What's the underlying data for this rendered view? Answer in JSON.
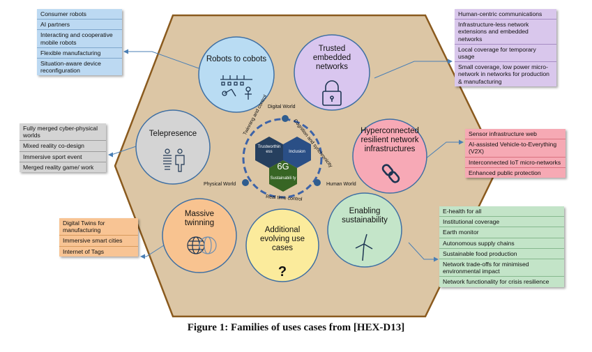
{
  "caption": "Figure 1: Families of uses cases from [HEX-D13]",
  "panels": {
    "robots": [
      "Consumer robots",
      "AI partners",
      "Interacting and cooperative mobile robots",
      "Flexible manufacturing",
      "Situation-aware device reconfiguration"
    ],
    "trusted": [
      "Human-centric communications",
      "Infrastructure-less network extensions and embedded networks",
      "Local coverage for temporary usage",
      "Small coverage, low power micro-network in networks for production & manufacturing"
    ],
    "telepresence": [
      "Fully merged cyber-physical worlds",
      "Mixed reality co-design",
      "Immersive sport event",
      "Merged reality game/ work"
    ],
    "hyper": [
      "Sensor infrastructure web",
      "AI-assisted Vehicle-to-Everything (V2X)",
      "Interconnected IoT micro-networks",
      "Enhanced public protection"
    ],
    "twinning": [
      "Digital Twins for manufacturing",
      "Immersive smart cities",
      "Internet of Tags"
    ],
    "sustain": [
      "E-health for all",
      "Institutional coverage",
      "Earth monitor",
      "Autonomous supply chains",
      "Sustainable food production",
      "Network trade-offs for minimised environmental impact",
      "Network functionality for crisis resilience"
    ]
  },
  "circles": {
    "robots": "Robots to cobots",
    "trusted": "Trusted embedded networks",
    "telepresence": "Telepresence",
    "hyper": "Hyperconnected resilient network infrastructures",
    "twinning": "Massive twinning",
    "additional": "Additional evolving use cases",
    "additional_mark": "?",
    "sustain": "Enabling sustainability"
  },
  "center": {
    "label": "6G",
    "trust": "Trustworthin ess",
    "inclusion": "Inclusion",
    "sustainability": "Sustainabili ty",
    "digital_world": "Digital World",
    "physical_world": "Physical World",
    "human_world": "Human World",
    "arc_twinning": "Twinning and control",
    "arc_cognition": "Cognition and synchronicity",
    "arc_realtime": "Real time control"
  },
  "colors": {
    "hexagon_fill": "#dcc6a5",
    "hexagon_stroke": "#8a5a1e",
    "robots": "#b9dcf3",
    "trusted": "#d9c6ef",
    "telepresence": "#d4d4d4",
    "hyper": "#f7a9b6",
    "twinning": "#f8c390",
    "additional": "#fbeb9c",
    "sustain": "#c4e5c9",
    "trust_hex": "#263f5e",
    "inclusion_hex": "#2a4f86",
    "sustain_hex": "#376524",
    "connector": "#4a7fb5"
  }
}
